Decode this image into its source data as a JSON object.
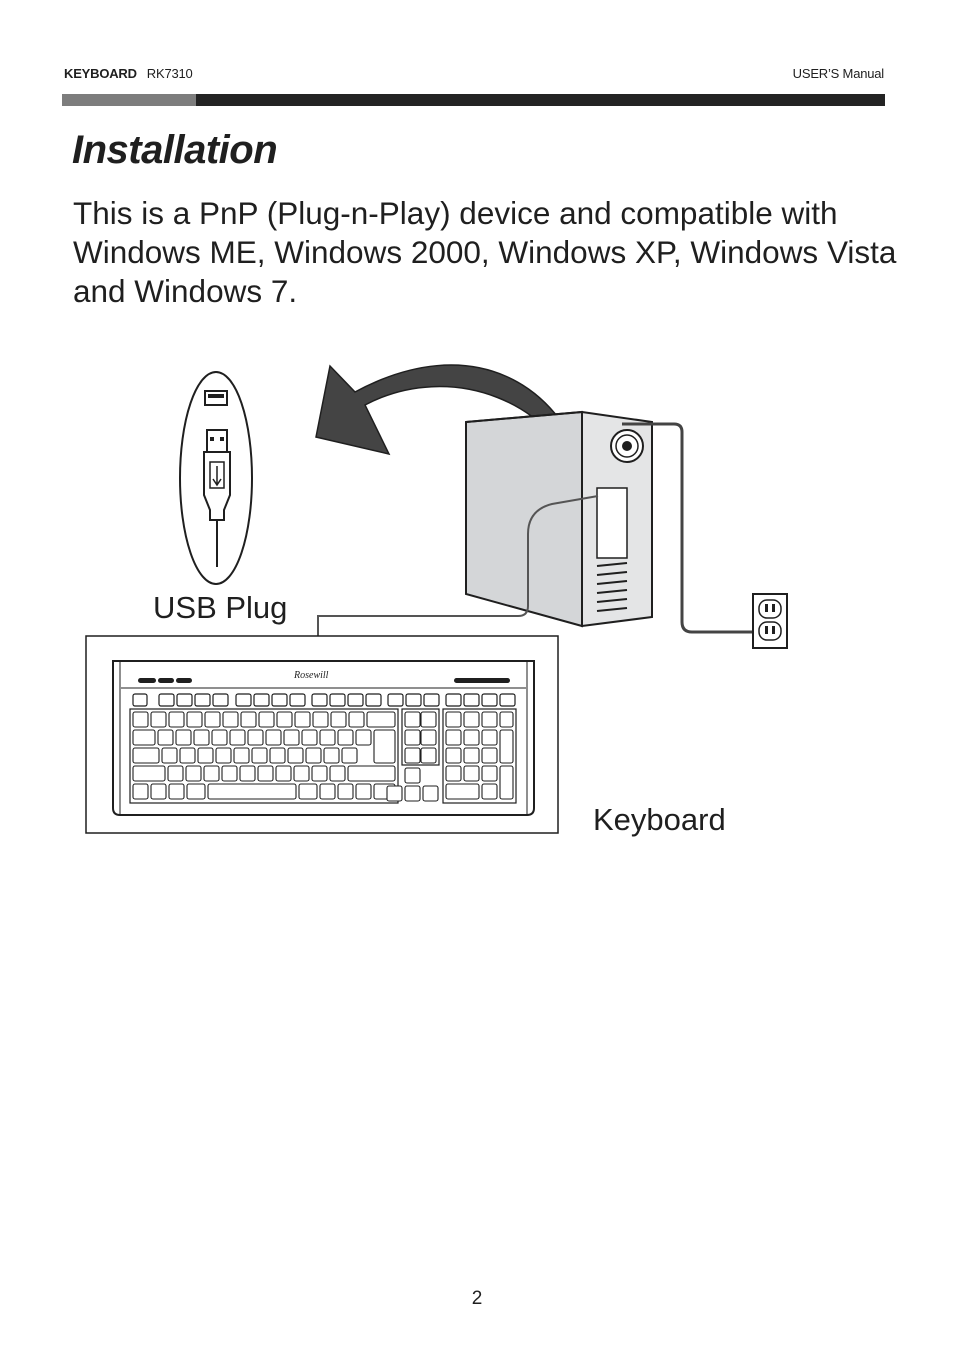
{
  "header": {
    "product": "KEYBOARD",
    "model": "RK7310",
    "manual": "USER’S Manual"
  },
  "section": {
    "title": "Installation",
    "body": "This is a PnP (Plug-n-Play) device and compatible with Windows ME, Windows 2000, Windows XP, Windows Vista and Windows 7."
  },
  "figure": {
    "usb_label": "USB Plug",
    "keyboard_label": "Keyboard",
    "keyboard_brand": "Rosewill"
  },
  "footer": {
    "page_number": "2"
  }
}
